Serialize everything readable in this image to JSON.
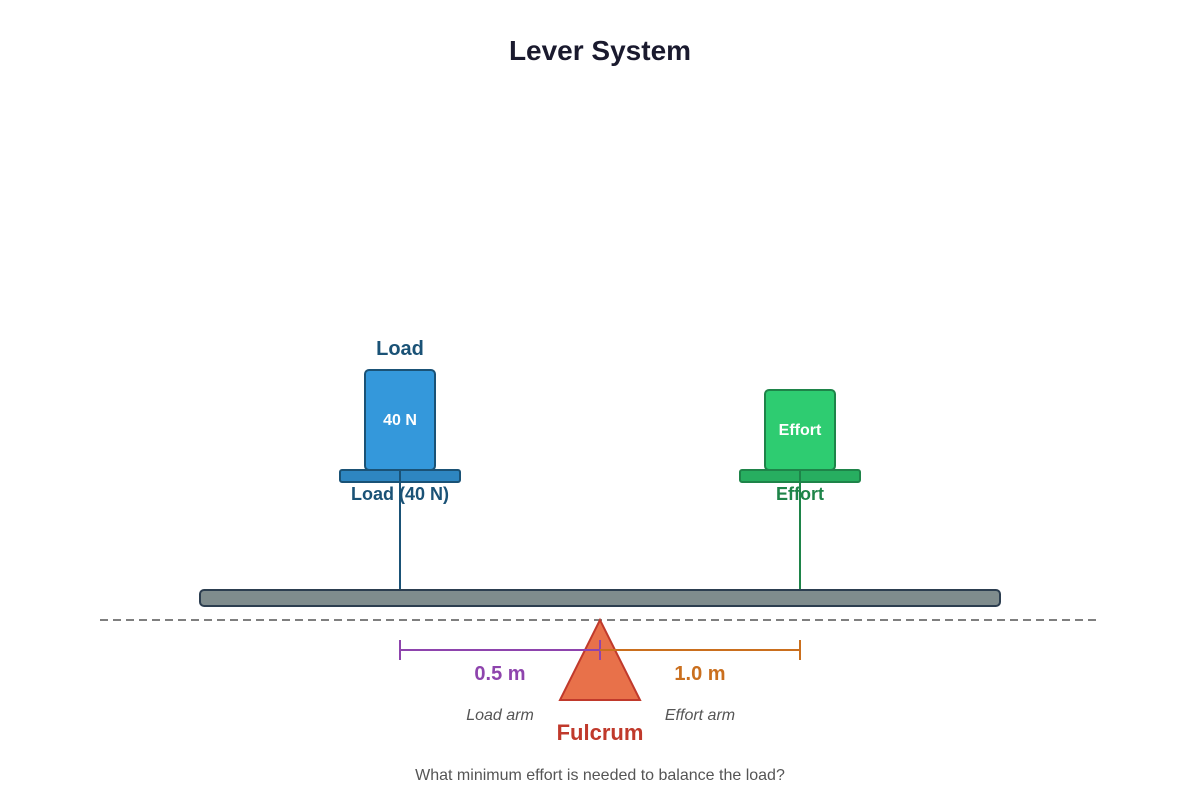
{
  "title": "Lever System",
  "load": {
    "heading": "Load",
    "box_text": "40 N",
    "pan_label": "Load (40 N)",
    "color": "#3498db",
    "dark_color": "#1a5276",
    "pan_color": "#2e86c1"
  },
  "effort": {
    "box_text": "Effort",
    "pan_label": "Effort",
    "color": "#2ecc71",
    "dark_color": "#1e8449",
    "pan_color": "#27ae60"
  },
  "load_arm": {
    "value_label": "0.5 m",
    "name": "Load arm",
    "color": "#8e44ad"
  },
  "effort_arm": {
    "value_label": "1.0 m",
    "name": "Effort arm",
    "color": "#ca6f1e"
  },
  "fulcrum": {
    "label": "Fulcrum",
    "color": "#e8714a",
    "label_color": "#c0392b"
  },
  "beam": {
    "color": "#7f8c8d"
  },
  "question": "What minimum effort is needed to balance the load?"
}
